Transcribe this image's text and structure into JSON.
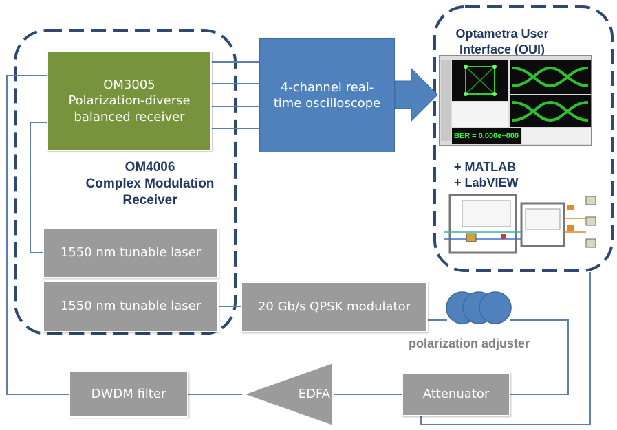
{
  "groups": {
    "om4006": {
      "title_line1": "OM4006",
      "title_line2": "Complex Modulation",
      "title_line3": "Receiver"
    },
    "oui": {
      "title_line1": "Optametra User",
      "title_line2": "Interface (OUI)",
      "addon_line1": "+ MATLAB",
      "addon_line2": "+ LabVIEW"
    }
  },
  "blocks": {
    "receiver": {
      "line1": "OM3005",
      "line2": "Polarization-diverse",
      "line3": "balanced receiver"
    },
    "oscilloscope": {
      "line1": "4-channel real-",
      "line2": "time oscilloscope"
    },
    "laser_lo": "1550 nm tunable laser",
    "laser_tx": "1550 nm tunable laser",
    "modulator": "20 Gb/s QPSK modulator",
    "pol_adjuster": "polarization adjuster",
    "attenuator": "Attenuator",
    "edfa": "EDFA",
    "dwdm": "DWDM filter"
  },
  "screenshot": {
    "ber_text": "BER = 0.000e+000"
  },
  "colors": {
    "gray_block": "#9b9b9b",
    "green_block": "#77933c",
    "blue_block": "#4f81bd",
    "line": "#5b7fb0",
    "dash": "#2e4a73",
    "title_text": "#1f3864"
  }
}
